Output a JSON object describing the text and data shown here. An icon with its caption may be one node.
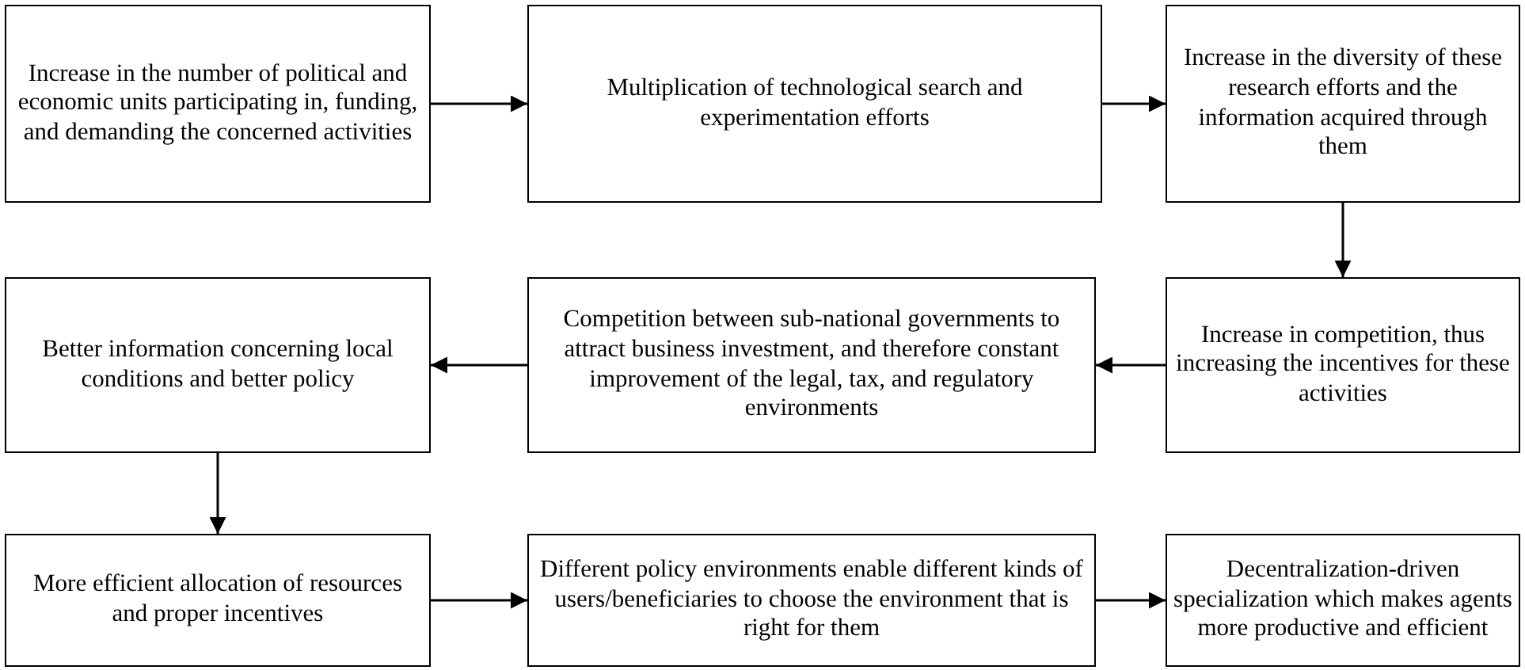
{
  "diagram": {
    "nodes": [
      {
        "text": [
          "Increase in the number of political and economic units participating in, funding, and demanding the concerned activities"
        ]
      },
      {
        "text": [
          "Multiplication of technological search and experimentation efforts"
        ]
      },
      {
        "text": [
          "Increase in the diversity of these research efforts and the information acquired through them"
        ]
      },
      {
        "text": [
          "Better information concerning local conditions and better policy"
        ]
      },
      {
        "text": [
          "Competition between sub-national governments to attract business investment, and therefore constant improvement of the legal, tax, and regulatory environments"
        ]
      },
      {
        "text": [
          "Increase in competition, thus increasing the incentives for these activities"
        ]
      },
      {
        "text": [
          "More efficient allocation of resources and proper incentives"
        ]
      },
      {
        "text": [
          "Different policy environments enable different kinds of users/beneficiaries to choose the environment that is right for them"
        ]
      },
      {
        "text": [
          "Decentralization-driven specialization which makes agents more productive and efficient"
        ]
      }
    ],
    "edges": [
      {
        "from": 0,
        "to": 1,
        "arrow": "to"
      },
      {
        "from": 1,
        "to": 2,
        "arrow": "to"
      },
      {
        "from": 2,
        "to": 5,
        "arrow": "to"
      },
      {
        "from": 5,
        "to": 4,
        "arrow": "to"
      },
      {
        "from": 4,
        "to": 3,
        "arrow": "to"
      },
      {
        "from": 3,
        "to": 6,
        "arrow": "to"
      },
      {
        "from": 6,
        "to": 7,
        "arrow": "to"
      },
      {
        "from": 7,
        "to": 8,
        "arrow": "to"
      }
    ]
  }
}
